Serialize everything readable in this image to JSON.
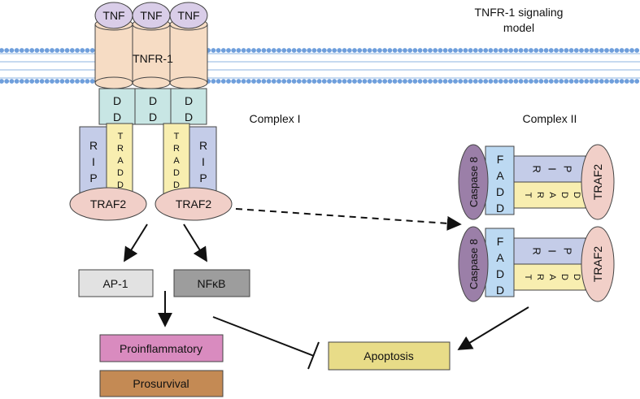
{
  "title": [
    "TNFR-1 signaling",
    "model"
  ],
  "colors": {
    "tnf": "#d9cde8",
    "receptor": "#f6dcc4",
    "death_domain": "#c8e6e4",
    "rip": "#c4cce8",
    "tradd": "#f8eeb0",
    "traf2": "#f1cfc8",
    "fadd": "#bcd9f2",
    "caspase8": "#9b7fa8",
    "ap1": "#e2e2e2",
    "nfkb": "#9d9d9d",
    "proinflammatory": "#d98bbf",
    "prosurvival": "#c48a54",
    "apoptosis": "#e8dc88",
    "membrane_head": "#6f9fdc"
  },
  "labels": {
    "tnf": "TNF",
    "tnfr1": "TNFR-1",
    "dd": "DD",
    "rip": "RIP",
    "tradd": "TRADD",
    "traf2": "TRAF2",
    "fadd": "FADD",
    "caspase8": "Caspase 8",
    "complex1": "Complex I",
    "complex2": "Complex II",
    "ap1": "AP-1",
    "nfkb": "NFκB",
    "proinflammatory": "Proinflammatory",
    "prosurvival": "Prosurvival",
    "apoptosis": "Apoptosis"
  }
}
